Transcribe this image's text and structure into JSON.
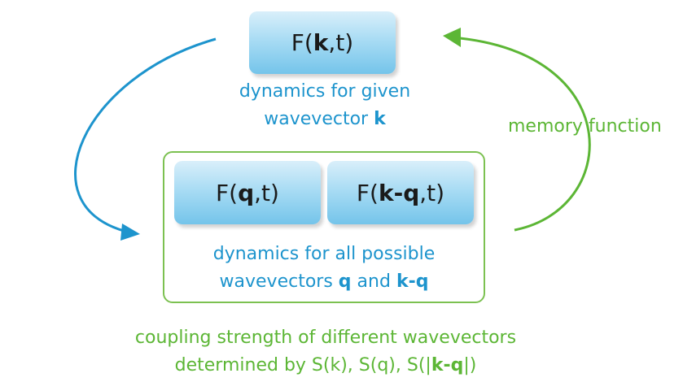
{
  "boxes": {
    "k": {
      "pre": "F(",
      "bold": "k",
      "post": ",t)"
    },
    "q": {
      "pre": "F(",
      "bold": "q",
      "post": ",t)"
    },
    "kq": {
      "pre": "F(",
      "bold": "k-q",
      "post": ",t)"
    }
  },
  "captions": {
    "top": {
      "line1": "dynamics for given",
      "line2_pre": "wavevector ",
      "line2_bold": "k"
    },
    "mid": {
      "line1": "dynamics for all possible",
      "line2_pre": "wavevectors ",
      "line2_bold1": "q",
      "line2_mid": " and ",
      "line2_bold2": "k-q"
    },
    "bottom": {
      "line1": "coupling strength of different wavevectors",
      "line2_pre": "determined by S(k), S(q), S(|",
      "line2_bold": "k-q",
      "line2_post": "|)"
    },
    "memory": "memory function"
  },
  "colors": {
    "blue": "#1d94cd",
    "green": "#5cb635",
    "box_gradient_top": "#d9effa",
    "box_gradient_bottom": "#74c4ea"
  }
}
